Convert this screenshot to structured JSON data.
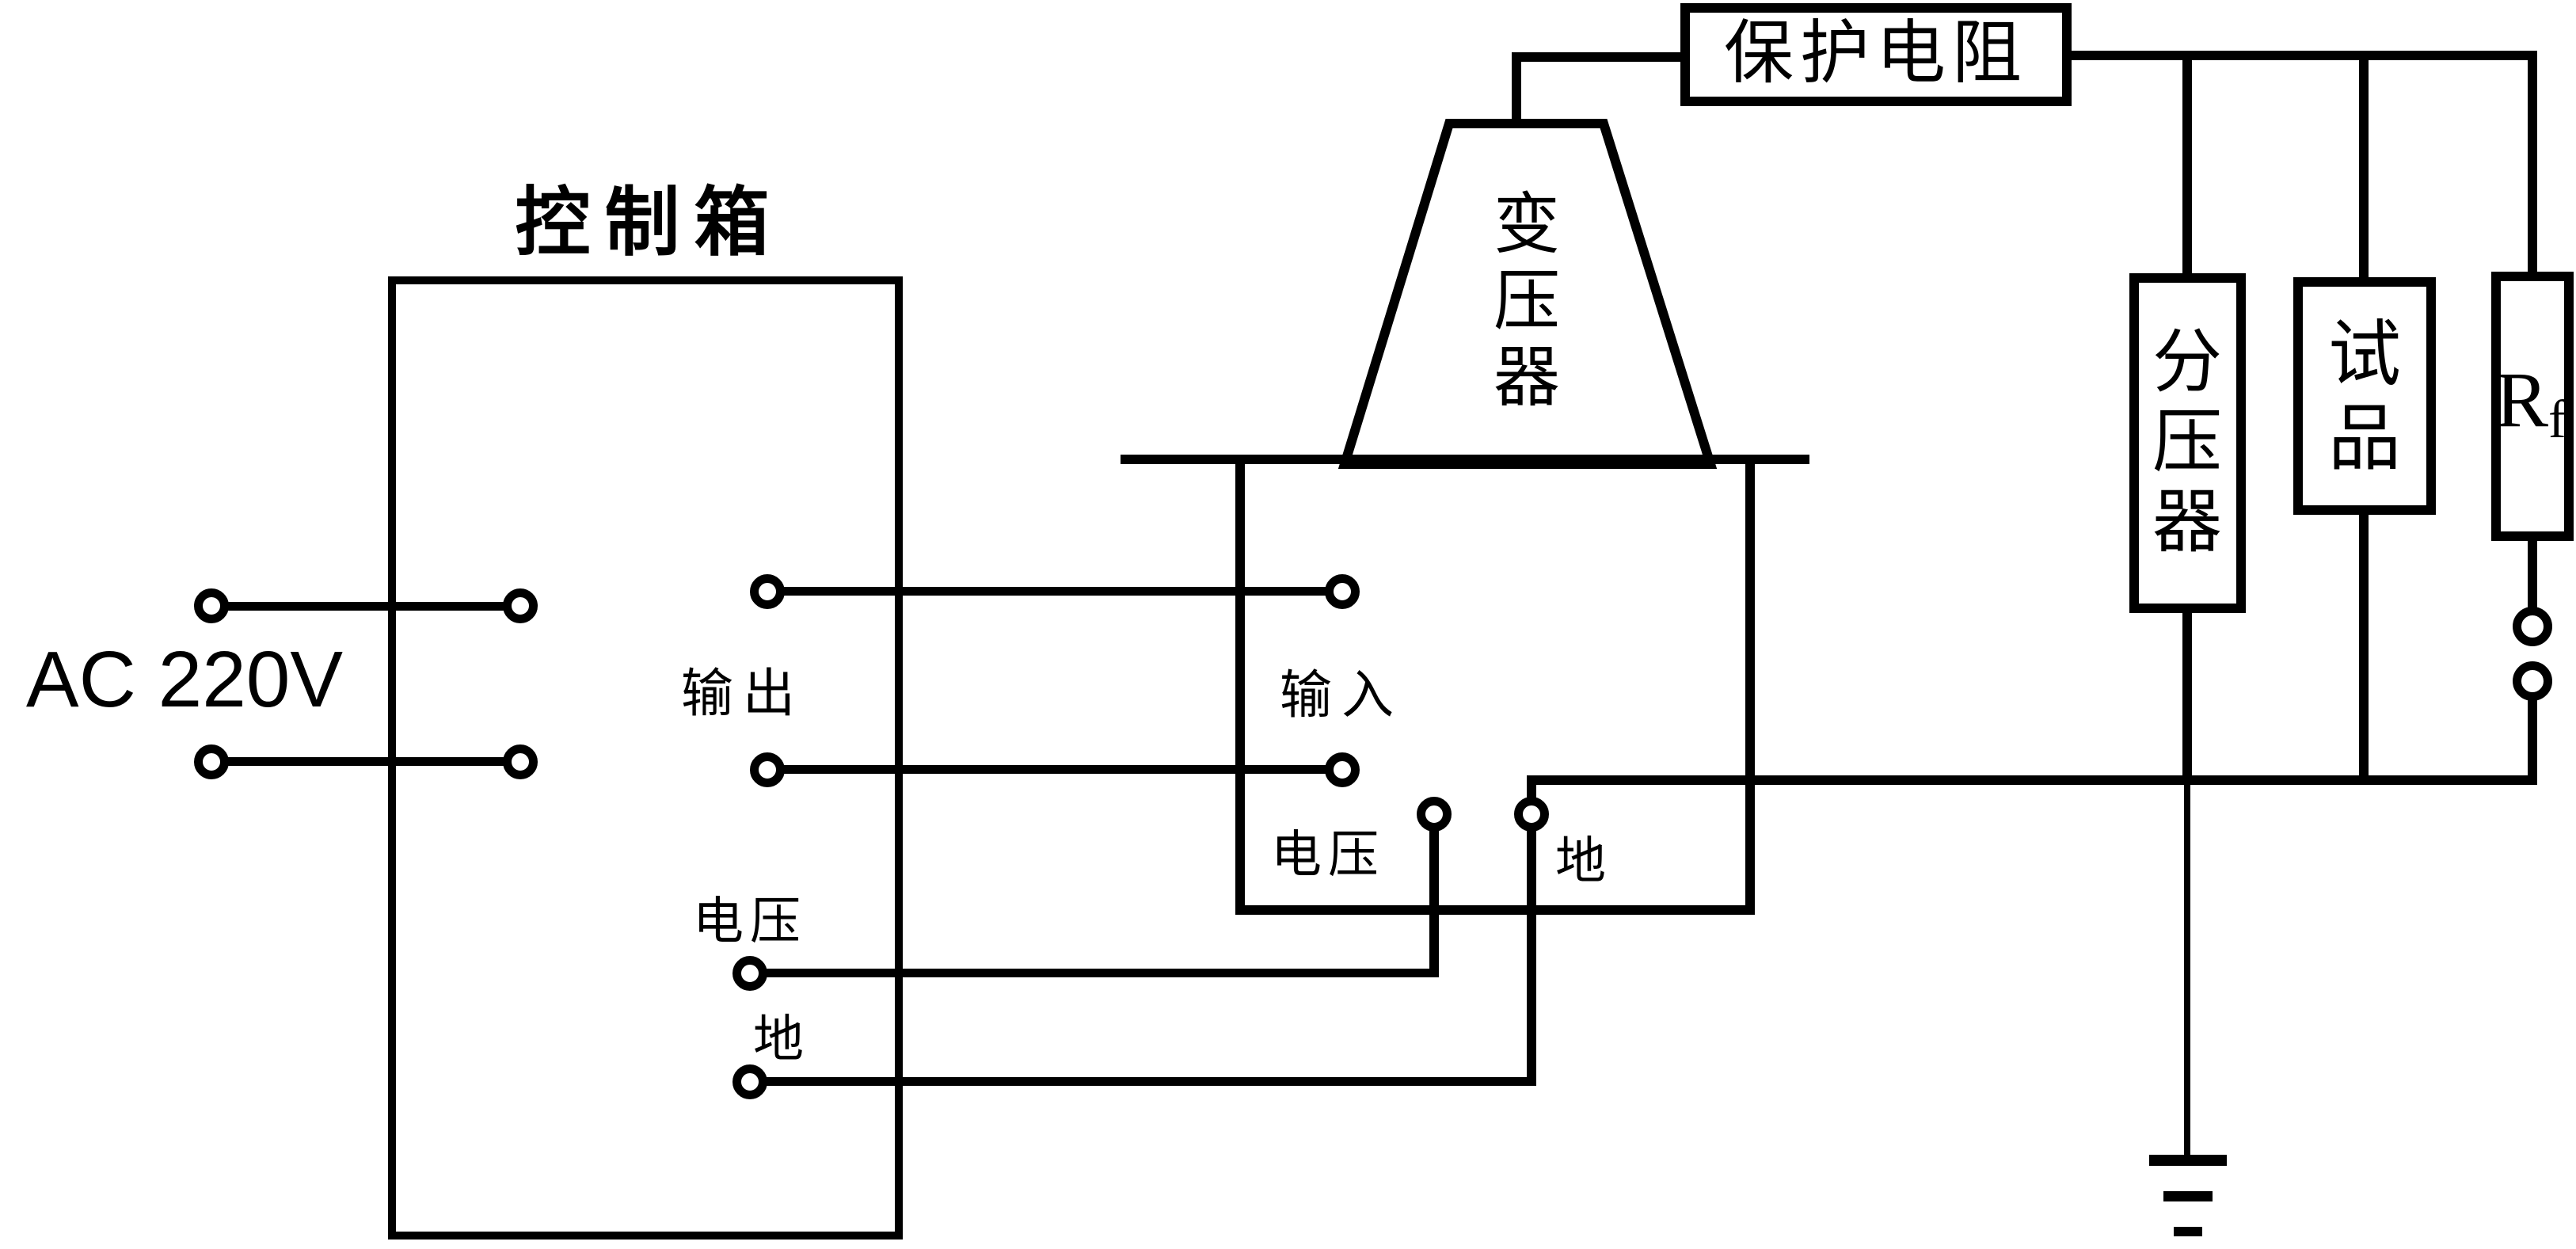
{
  "colors": {
    "line": "#000000",
    "background": "#ffffff"
  },
  "source": {
    "label": "AC 220V"
  },
  "control_box": {
    "title": "控制箱",
    "output_label": "输出",
    "voltage_label": "电压",
    "ground_label": "地"
  },
  "transformer": {
    "body_label": "变压器",
    "input_label": "输入",
    "voltage_label": "电压",
    "ground_label": "地"
  },
  "protection_resistor": {
    "label": "保护电阻"
  },
  "voltage_divider": {
    "label": "分压器"
  },
  "test_sample": {
    "label": "试品"
  },
  "measuring_resistor": {
    "main": "R",
    "sub": "f"
  }
}
